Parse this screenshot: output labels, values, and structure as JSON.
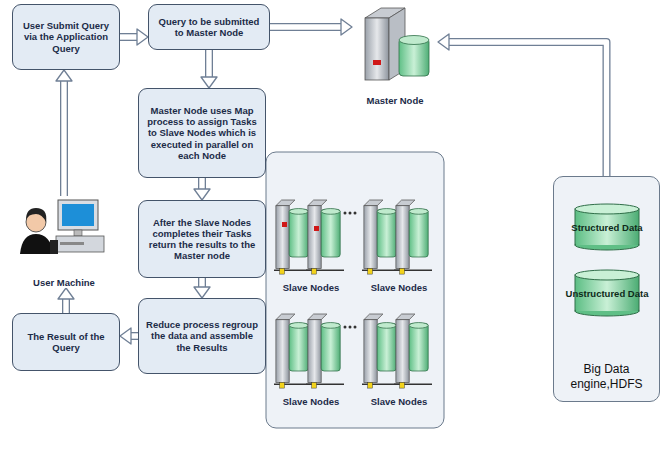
{
  "diagram": {
    "nodes": [
      {
        "text": [
          "User Submit Query via the Application Query"
        ]
      },
      {
        "text": [
          "Query to be submitted to Master Node"
        ]
      },
      {
        "text": [
          "Master Node"
        ]
      },
      {
        "text": [
          "Master Node uses Map process to assign Tasks to Slave Nodes which is executed in parallel on each Node"
        ]
      },
      {
        "text": [
          "User Machine"
        ]
      },
      {
        "text": [
          "After the Slave Nodes completes their Tasks return the results to the Master node"
        ]
      },
      {
        "text": [
          "Big Data engine,HDFS"
        ]
      },
      {
        "text": [
          "Structured Data"
        ],
        "in": 6
      },
      {
        "text": [
          "Unstructured Data"
        ],
        "in": 6
      },
      {
        "text": [
          "The Result of the Query"
        ]
      },
      {
        "text": [
          "Reduce process regroup the data and assemble the Results"
        ]
      }
    ],
    "edges": [
      {
        "from": 0,
        "to": 1,
        "arrow": "to"
      },
      {
        "from": 1,
        "to": 2,
        "arrow": "to"
      },
      {
        "from": 1,
        "to": 3,
        "arrow": "to"
      },
      {
        "from": 3,
        "to": 5,
        "arrow": "to"
      },
      {
        "from": 5,
        "to": 10,
        "arrow": "to"
      },
      {
        "from": 10,
        "to": 9,
        "arrow": "to"
      },
      {
        "from": 9,
        "to": 4,
        "arrow": "to"
      },
      {
        "from": 4,
        "to": 0,
        "arrow": "to"
      },
      {
        "from": 6,
        "to": 2,
        "arrow": "to"
      }
    ],
    "labels": [
      "Slave Nodes",
      "Slave Nodes",
      "Slave Nodes",
      "Slave Nodes"
    ]
  }
}
